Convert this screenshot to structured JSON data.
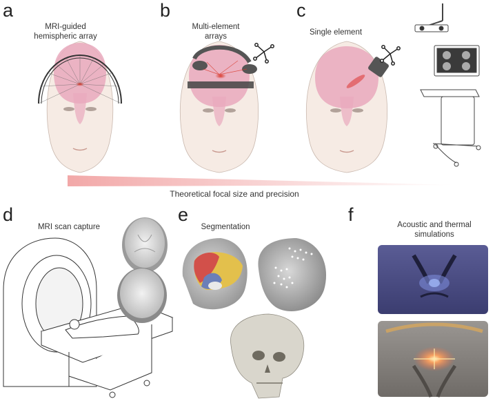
{
  "panels": {
    "a": {
      "letter": "a",
      "caption_l1": "MRI-guided",
      "caption_l2": "hemispheric array"
    },
    "b": {
      "letter": "b",
      "caption_l1": "Multi-element",
      "caption_l2": "arrays"
    },
    "c": {
      "letter": "c",
      "caption": "Single element"
    },
    "d": {
      "letter": "d",
      "caption": "MRI scan capture"
    },
    "e": {
      "letter": "e",
      "caption": "Segmentation"
    },
    "f": {
      "letter": "f",
      "caption_l1": "Acoustic and thermal",
      "caption_l2": "simulations"
    }
  },
  "gradient_bar": {
    "label": "Theoretical focal size and precision",
    "color_start": "#f2a8a8",
    "color_end": "#ffffff"
  },
  "colors": {
    "brain": "#e9a9bd",
    "focus": "#d9382a",
    "skin": "#f6ebe4",
    "mri_blue": "#4a4d86"
  }
}
